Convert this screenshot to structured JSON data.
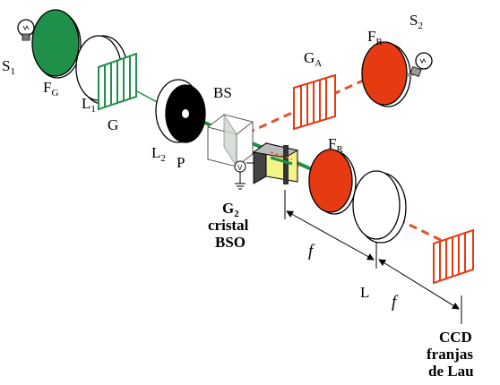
{
  "labels": {
    "s1": "S",
    "s1_sub": "1",
    "fg": "F",
    "fg_sub": "G",
    "l1": "L",
    "l1_sub": "1",
    "g": "G",
    "l2": "L",
    "l2_sub": "2",
    "p": "P",
    "bs": "BS",
    "ga": "G",
    "ga_sub": "A",
    "fr_top": "F",
    "fr_top_sub": "R",
    "s2": "S",
    "s2_sub": "2",
    "fr_mid": "F",
    "fr_mid_sub": "R",
    "v": "V",
    "g2": "G",
    "g2_sub": "2",
    "cristal": "cristal",
    "bso": "BSO",
    "f1": "f",
    "l": "L",
    "f2": "f",
    "ccd": "CCD",
    "franjas": "franjas",
    "de_lau": "de Lau"
  },
  "colors": {
    "green": "#1f8f4a",
    "red": "#e53a12",
    "orange_dash": "#e3532a",
    "crystal": "#f4f48a",
    "black": "#000000",
    "gray": "#9a9a9a"
  }
}
